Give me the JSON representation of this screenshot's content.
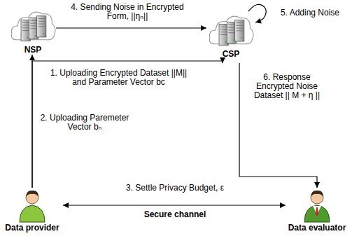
{
  "diagram": {
    "nodes": [
      {
        "text": [
          "NSP"
        ]
      },
      {
        "text": [
          "CSP"
        ]
      },
      {
        "text": [
          "Data provider"
        ]
      },
      {
        "text": [
          "Data evaluator"
        ]
      }
    ],
    "edges": [
      {
        "from": 2,
        "to": 1,
        "label": "1. Uploading Encrypted Dataset ||M|| and Parameter Vector bc",
        "arrow": "to"
      },
      {
        "from": 2,
        "to": 0,
        "label": "2. Uploading Paremeter Vector bₙ",
        "arrow": "to"
      },
      {
        "from": 2,
        "to": 3,
        "label": "3. Settle Privacy Budget, ε",
        "arrow": "both"
      },
      {
        "from": 0,
        "to": 1,
        "label": "4. Sending Noise in Encrypted Form, ||ηₙ||",
        "arrow": "to"
      },
      {
        "from": 1,
        "to": 1,
        "label": "5. Adding Noise",
        "arrow": "to"
      },
      {
        "from": 1,
        "to": 3,
        "label": "6. Response Encrypted Noise Dataset || M + η ||",
        "arrow": "to"
      }
    ],
    "labels": [
      "Secure channel"
    ]
  }
}
